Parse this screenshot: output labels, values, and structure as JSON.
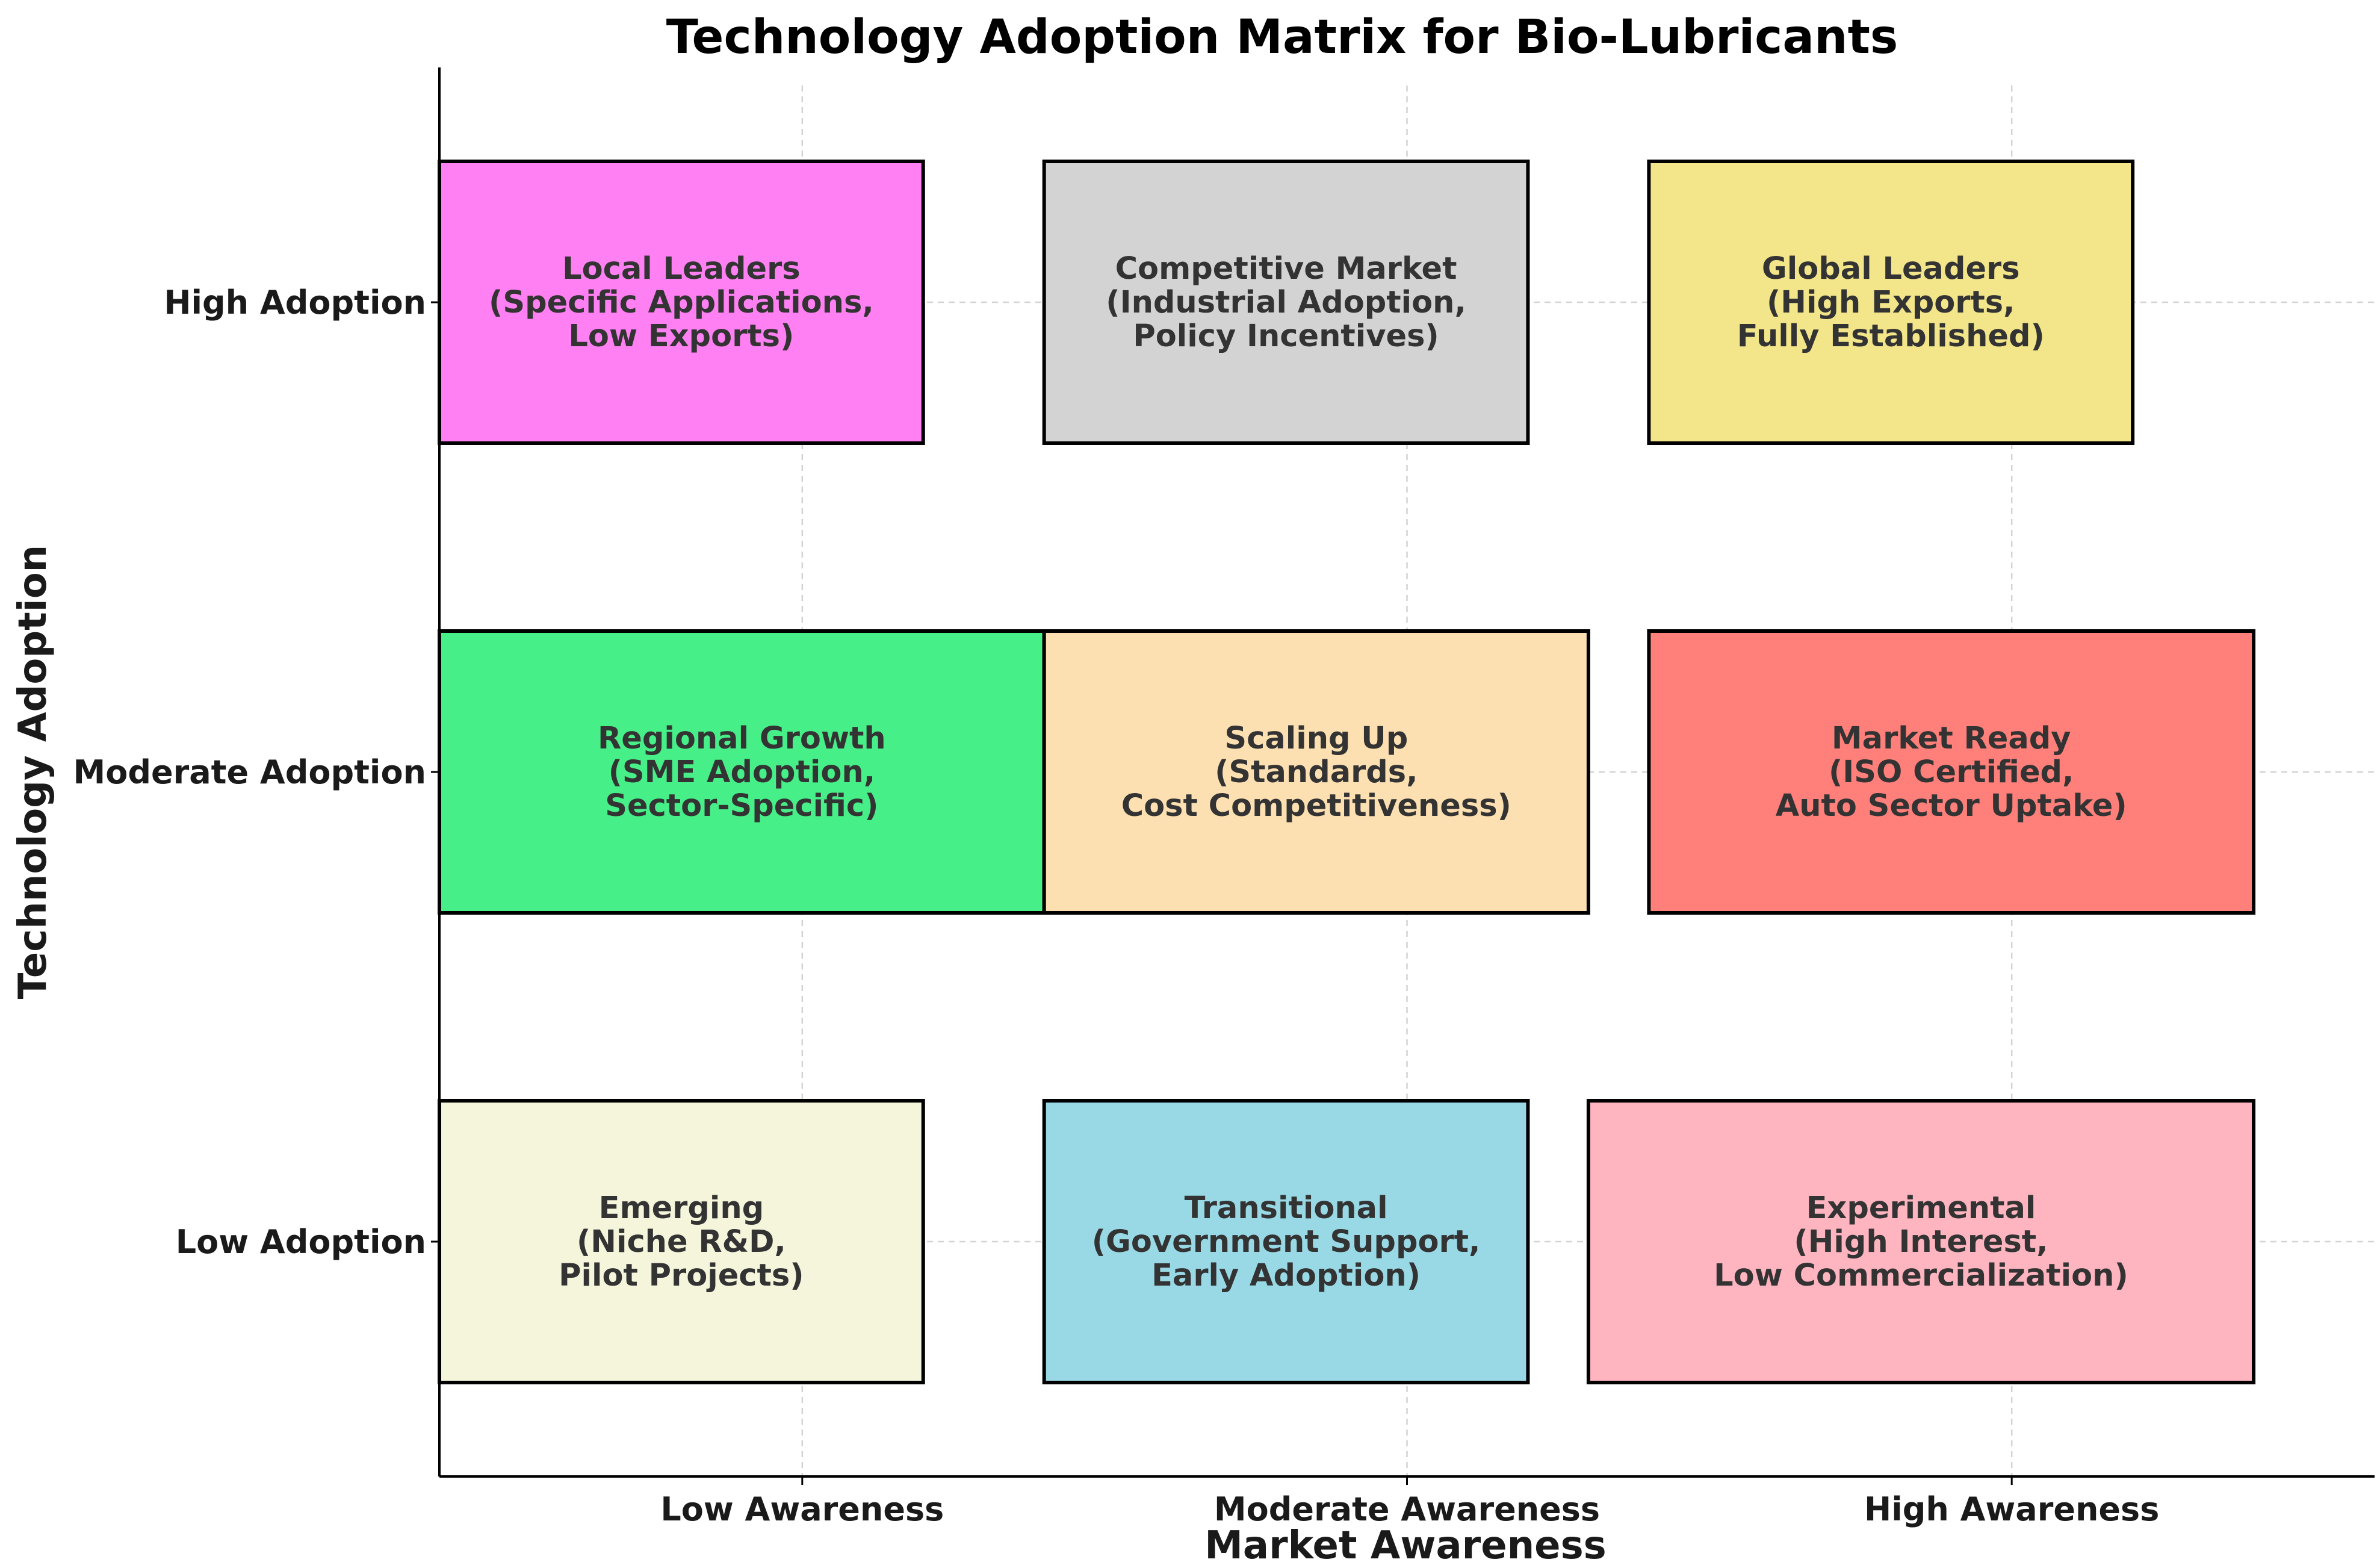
{
  "chart_data": {
    "type": "heatmap",
    "title": "Technology Adoption Matrix for Bio-Lubricants",
    "xlabel": "Market Awareness",
    "ylabel": "Technology Adoption",
    "x_categories": [
      "Low Awareness",
      "Moderate Awareness",
      "High Awareness"
    ],
    "y_categories": [
      "Low Adoption",
      "Moderate Adoption",
      "High Adoption"
    ],
    "grid": true,
    "legend": "none",
    "cells": [
      {
        "row": 2,
        "col": 0,
        "x_extent": [
          -0.6,
          0.2
        ],
        "lines": [
          "Local Leaders",
          "(Specific Applications,",
          "Low Exports)"
        ],
        "color": "#ff80f2"
      },
      {
        "row": 2,
        "col": 1,
        "x_extent": [
          0.4,
          1.2
        ],
        "lines": [
          "Competitive Market",
          "(Industrial Adoption,",
          "Policy Incentives)"
        ],
        "color": "#d3d3d3"
      },
      {
        "row": 2,
        "col": 2,
        "x_extent": [
          1.4,
          2.2
        ],
        "lines": [
          "Global Leaders",
          "(High Exports,",
          "Fully Established)"
        ],
        "color": "#f2e58a"
      },
      {
        "row": 1,
        "col": 0,
        "x_extent": [
          -0.6,
          0.4
        ],
        "lines": [
          "Regional Growth",
          "(SME Adoption,",
          "Sector-Specific)"
        ],
        "color": "#47ef88"
      },
      {
        "row": 1,
        "col": 1,
        "x_extent": [
          0.4,
          1.3
        ],
        "lines": [
          "Scaling Up",
          "(Standards,",
          "Cost Competitiveness)"
        ],
        "color": "#fde0b2"
      },
      {
        "row": 1,
        "col": 2,
        "x_extent": [
          1.4,
          2.4
        ],
        "lines": [
          "Market Ready",
          "(ISO Certified,",
          "Auto Sector Uptake)"
        ],
        "color": "#ff807a"
      },
      {
        "row": 0,
        "col": 0,
        "x_extent": [
          -0.6,
          0.2
        ],
        "lines": [
          "Emerging",
          "(Niche R&D,",
          "Pilot Projects)"
        ],
        "color": "#f5f5dc"
      },
      {
        "row": 0,
        "col": 1,
        "x_extent": [
          0.4,
          1.2
        ],
        "lines": [
          "Transitional",
          "(Government Support,",
          "Early Adoption)"
        ],
        "color": "#99d9e6"
      },
      {
        "row": 0,
        "col": 2,
        "x_extent": [
          1.3,
          2.4
        ],
        "lines": [
          "Experimental",
          "(High Interest,",
          "Low Commercialization)"
        ],
        "color": "#ffb5c0"
      }
    ]
  }
}
